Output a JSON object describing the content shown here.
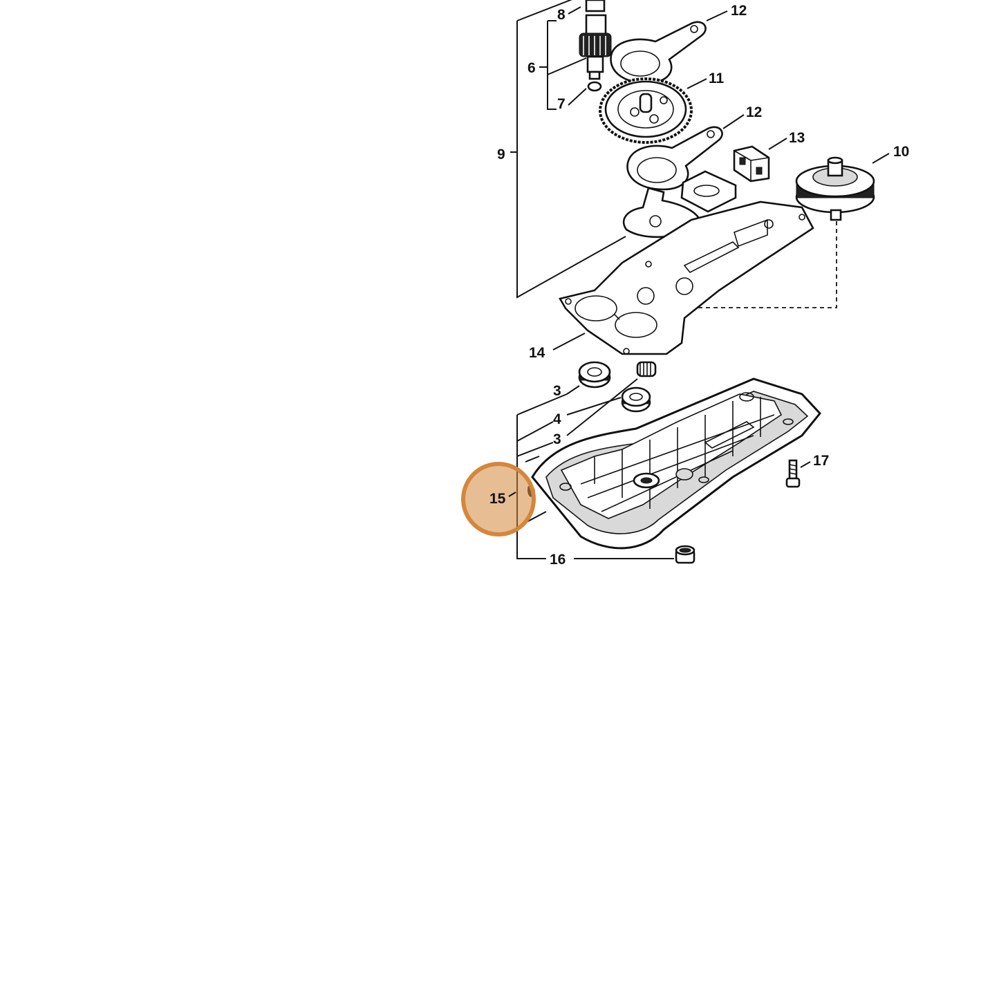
{
  "highlight_color": "#d4873a",
  "callouts": [
    {
      "id": "c8",
      "label": "8"
    },
    {
      "id": "c6",
      "label": "6"
    },
    {
      "id": "c7",
      "label": "7"
    },
    {
      "id": "c9",
      "label": "9"
    },
    {
      "id": "c12a",
      "label": "12"
    },
    {
      "id": "c11",
      "label": "11"
    },
    {
      "id": "c12b",
      "label": "12"
    },
    {
      "id": "c13",
      "label": "13"
    },
    {
      "id": "c10",
      "label": "10"
    },
    {
      "id": "c14",
      "label": "14"
    },
    {
      "id": "c3a",
      "label": "3"
    },
    {
      "id": "c4",
      "label": "4"
    },
    {
      "id": "c3b",
      "label": "3"
    },
    {
      "id": "c15",
      "label": "15"
    },
    {
      "id": "c17",
      "label": "17"
    },
    {
      "id": "c16",
      "label": "16"
    }
  ],
  "highlighted_part": "15"
}
